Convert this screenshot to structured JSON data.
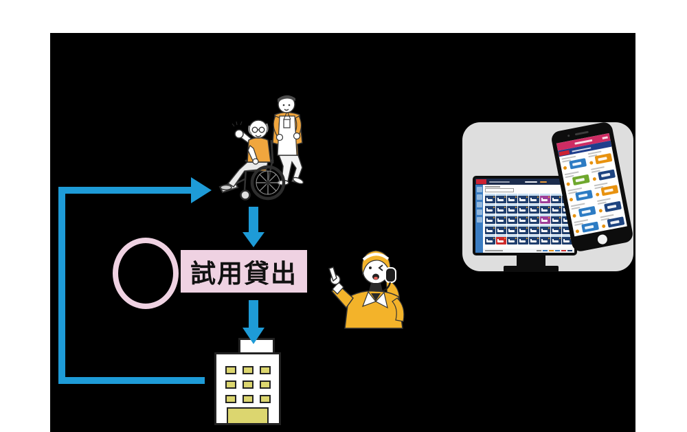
{
  "colors": {
    "page_bg": "#FFFFFF",
    "diagram_bg": "#000000",
    "arrow": "#1E9BD7",
    "pink": "#EFD2E2",
    "panel": "#DEDEDE",
    "window": "#DCD66F",
    "orange": "#F0A63E",
    "op_yellow": "#F3B32A",
    "building_outline": "#222222",
    "device_body": "#0D0D0D",
    "m_header": "#1A2B4C",
    "m_sidebar": "#3A7CC2",
    "m_logo": "#CC2233",
    "m_card_top": "#C8DFF2",
    "p_header": "#CE2C63",
    "p_nav": "#1F3E8C"
  },
  "diagram": {
    "trial_label": "試用貸出"
  },
  "monitor": {
    "card_colors": {
      "navy": "#1F3E6D",
      "purple": "#9C3E98",
      "red": "#CE2B2B"
    },
    "grid": [
      [
        "navy",
        "navy",
        "navy",
        "navy",
        "navy",
        "purple",
        "navy",
        "navy"
      ],
      [
        "navy",
        "navy",
        "navy",
        "navy",
        "navy",
        "navy",
        "navy",
        "navy"
      ],
      [
        "navy",
        "navy",
        "navy",
        "navy",
        "navy",
        "purple",
        "navy",
        "navy"
      ],
      [
        "navy",
        "navy",
        "navy",
        "navy",
        "navy",
        "navy",
        "navy",
        "navy"
      ],
      [
        "navy",
        "red",
        "navy",
        "navy",
        "navy",
        "navy",
        "navy",
        "navy"
      ]
    ],
    "sidebar_buttons": 5,
    "footer_marks": [
      "#8A8A8A",
      "#3A7CC2",
      "#E8920F",
      "#3A7CC2",
      "#CE2B2B",
      "#1F3E6D"
    ]
  },
  "phone": {
    "card_colors": {
      "blue": "#2D7CC4",
      "green": "#6FA82E",
      "orange": "#E8920F",
      "navy": "#1E4480"
    },
    "cards": [
      [
        "blue",
        "orange"
      ],
      [
        "green",
        "navy"
      ],
      [
        "blue",
        "orange"
      ],
      [
        "blue",
        "navy"
      ],
      [
        "blue",
        "navy"
      ]
    ]
  }
}
